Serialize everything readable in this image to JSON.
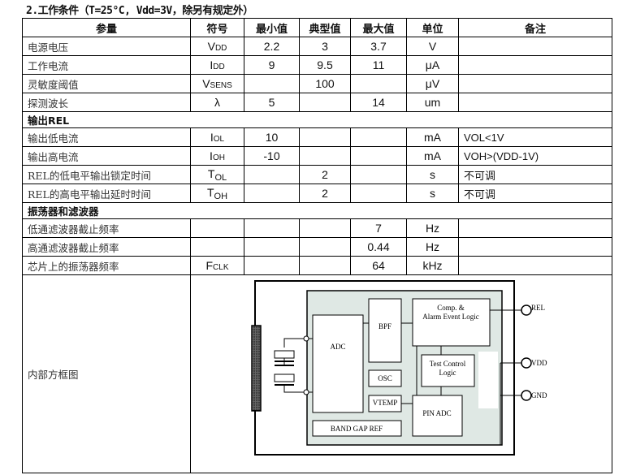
{
  "title": "2.工作条件（T=25°C, Vdd=3V，除另有规定外）",
  "headers": [
    "参量",
    "符号",
    "最小值",
    "典型值",
    "最大值",
    "单位",
    "备注"
  ],
  "sections": [
    {
      "rows": [
        {
          "param": "电源电压",
          "sym": "V",
          "sub": "DD",
          "min": "2.2",
          "typ": "3",
          "max": "3.7",
          "unit": "V",
          "note": ""
        },
        {
          "param": "工作电流",
          "sym": "I",
          "sub": "DD",
          "min": "9",
          "typ": "9.5",
          "max": "11",
          "unit": "μA",
          "note": ""
        },
        {
          "param": "灵敏度阈值",
          "sym": "V",
          "sub": "SENS",
          "min": "",
          "typ": "100",
          "max": "",
          "unit": "μV",
          "note": ""
        },
        {
          "param": "探测波长",
          "sym": "λ",
          "sub": "",
          "min": "5",
          "typ": "",
          "max": "14",
          "unit": "um",
          "note": ""
        }
      ]
    },
    {
      "title": "输出REL",
      "rows": [
        {
          "param": "输出低电流",
          "sym": "I",
          "sub": "OL",
          "min": "10",
          "typ": "",
          "max": "",
          "unit": "mA",
          "note": "VOL<1V"
        },
        {
          "param": "输出高电流",
          "sym": "I",
          "sub": "OH",
          "min": "-10",
          "typ": "",
          "max": "",
          "unit": "mA",
          "note": "VOH>(VDD-1V)"
        },
        {
          "param": "REL的低电平输出锁定时间",
          "sym": "T",
          "sub": "OL",
          "min": "",
          "typ": "2",
          "max": "",
          "unit": "s",
          "note": "不可调"
        },
        {
          "param": "REL的高电平输出延时时间",
          "sym": "T",
          "sub": "OH",
          "min": "",
          "typ": "2",
          "max": "",
          "unit": "s",
          "note": "不可调"
        }
      ]
    },
    {
      "title": "振荡器和滤波器",
      "rows": [
        {
          "param": "低通滤波器截止频率",
          "sym": "",
          "sub": "",
          "min": "",
          "typ": "",
          "max": "7",
          "unit": "Hz",
          "note": ""
        },
        {
          "param": "高通滤波器截止频率",
          "sym": "",
          "sub": "",
          "min": "",
          "typ": "",
          "max": "0.44",
          "unit": "Hz",
          "note": ""
        },
        {
          "param": "芯片上的振荡器频率",
          "sym": "F",
          "sub": "CLK",
          "min": "",
          "typ": "",
          "max": "64",
          "unit": "kHz",
          "note": ""
        }
      ]
    }
  ],
  "diagram": {
    "label": "内部方框图",
    "blocks": {
      "adc": "ADC",
      "bpf": "BPF",
      "osc": "OSC",
      "vtemp": "VTEMP",
      "comp1": "Comp. &",
      "comp2": "Alarm Event Logic",
      "test1": "Test Control",
      "test2": "Logic",
      "pinadc": "PIN ADC",
      "bandgap": "BAND GAP REF"
    },
    "pins": [
      "REL",
      "VDD",
      "GND"
    ],
    "shade": "#dfe8e4"
  }
}
